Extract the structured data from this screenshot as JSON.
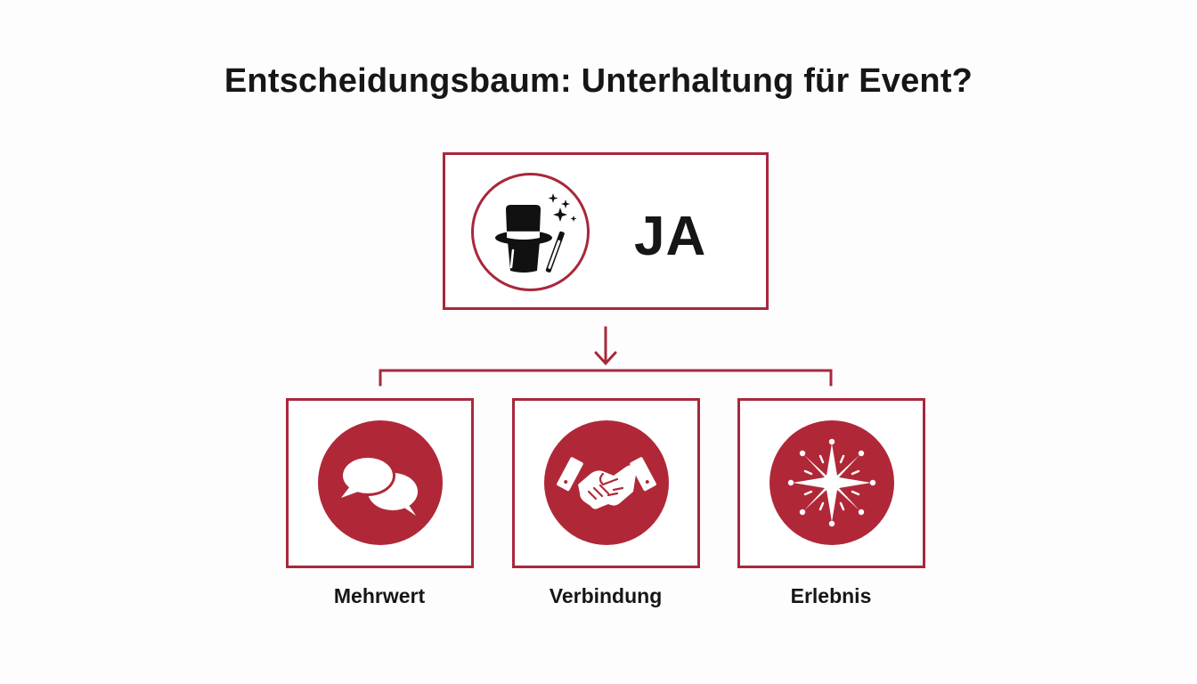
{
  "title": "Entscheidungsbaum: Unterhaltung für Event?",
  "root": {
    "label": "JA",
    "icon": "magic-hat-wand-icon"
  },
  "colors": {
    "accent": "#a8283c",
    "icon_fill": "#b02838",
    "text": "#161616",
    "background": "#fdfdfd"
  },
  "branches": [
    {
      "label": "Mehrwert",
      "icon": "speech-bubbles-icon"
    },
    {
      "label": "Verbindung",
      "icon": "handshake-icon"
    },
    {
      "label": "Erlebnis",
      "icon": "sparkle-star-icon"
    }
  ]
}
